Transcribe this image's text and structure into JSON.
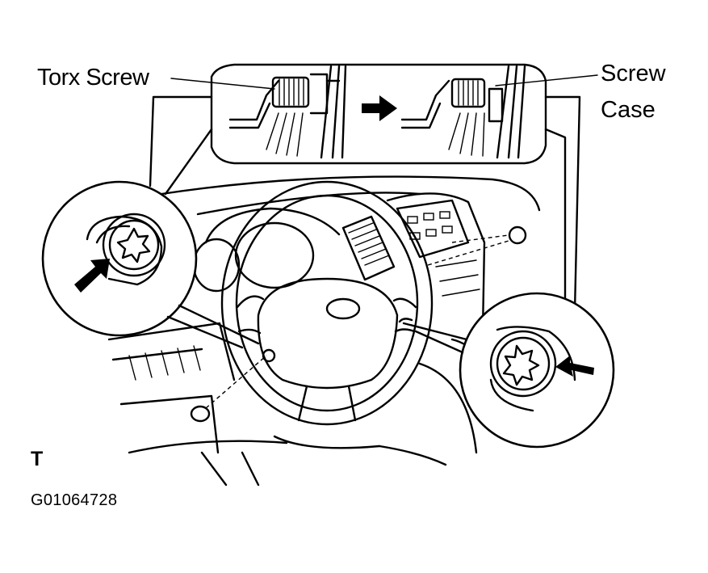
{
  "labels": {
    "torx_screw": "Torx Screw",
    "screw": "Screw",
    "case": "Case",
    "view_letter": "T",
    "figure_id": "G01064728"
  },
  "colors": {
    "ink": "#000000",
    "paper": "#ffffff"
  },
  "icons": [
    "torx-screw-icon",
    "arrow-right-icon",
    "pointer-arrow-icon"
  ]
}
